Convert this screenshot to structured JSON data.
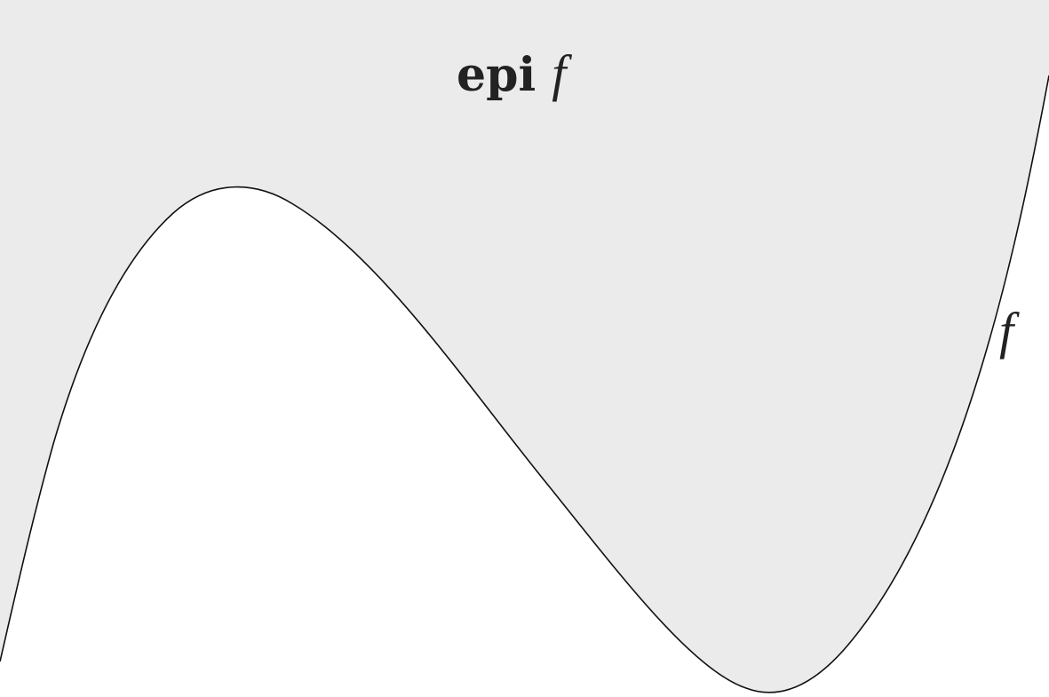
{
  "region_label": {
    "text": "epi",
    "symbol": "f"
  },
  "curve_label": "f",
  "colors": {
    "epigraph_fill": "#ebebeb",
    "background": "#ffffff",
    "curve_stroke": "#111111",
    "text": "#222222"
  }
}
